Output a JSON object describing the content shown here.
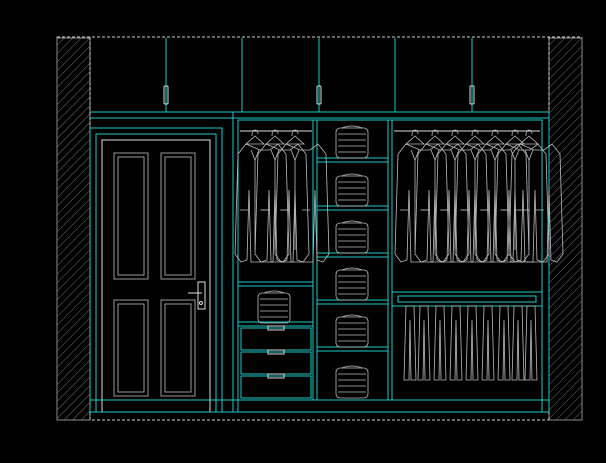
{
  "drawing": {
    "type": "wardrobe-elevation",
    "colors": {
      "background": "#000000",
      "cabinet_line": "#1ec8c8",
      "detail_line": "#dcdcdc",
      "outline_dash": "#cfcfcf",
      "hatch": "#8a8a8a"
    },
    "components": {
      "upper_cabinet_doors": 6,
      "upper_cabinet_handles": 3,
      "entry_door_panels": 4,
      "left_hanging_garments": 3,
      "shelf_compartments_with_folded_clothes": 6,
      "drawers": 3,
      "right_hanging_garments": 7,
      "trousers_on_rack": 9
    }
  }
}
